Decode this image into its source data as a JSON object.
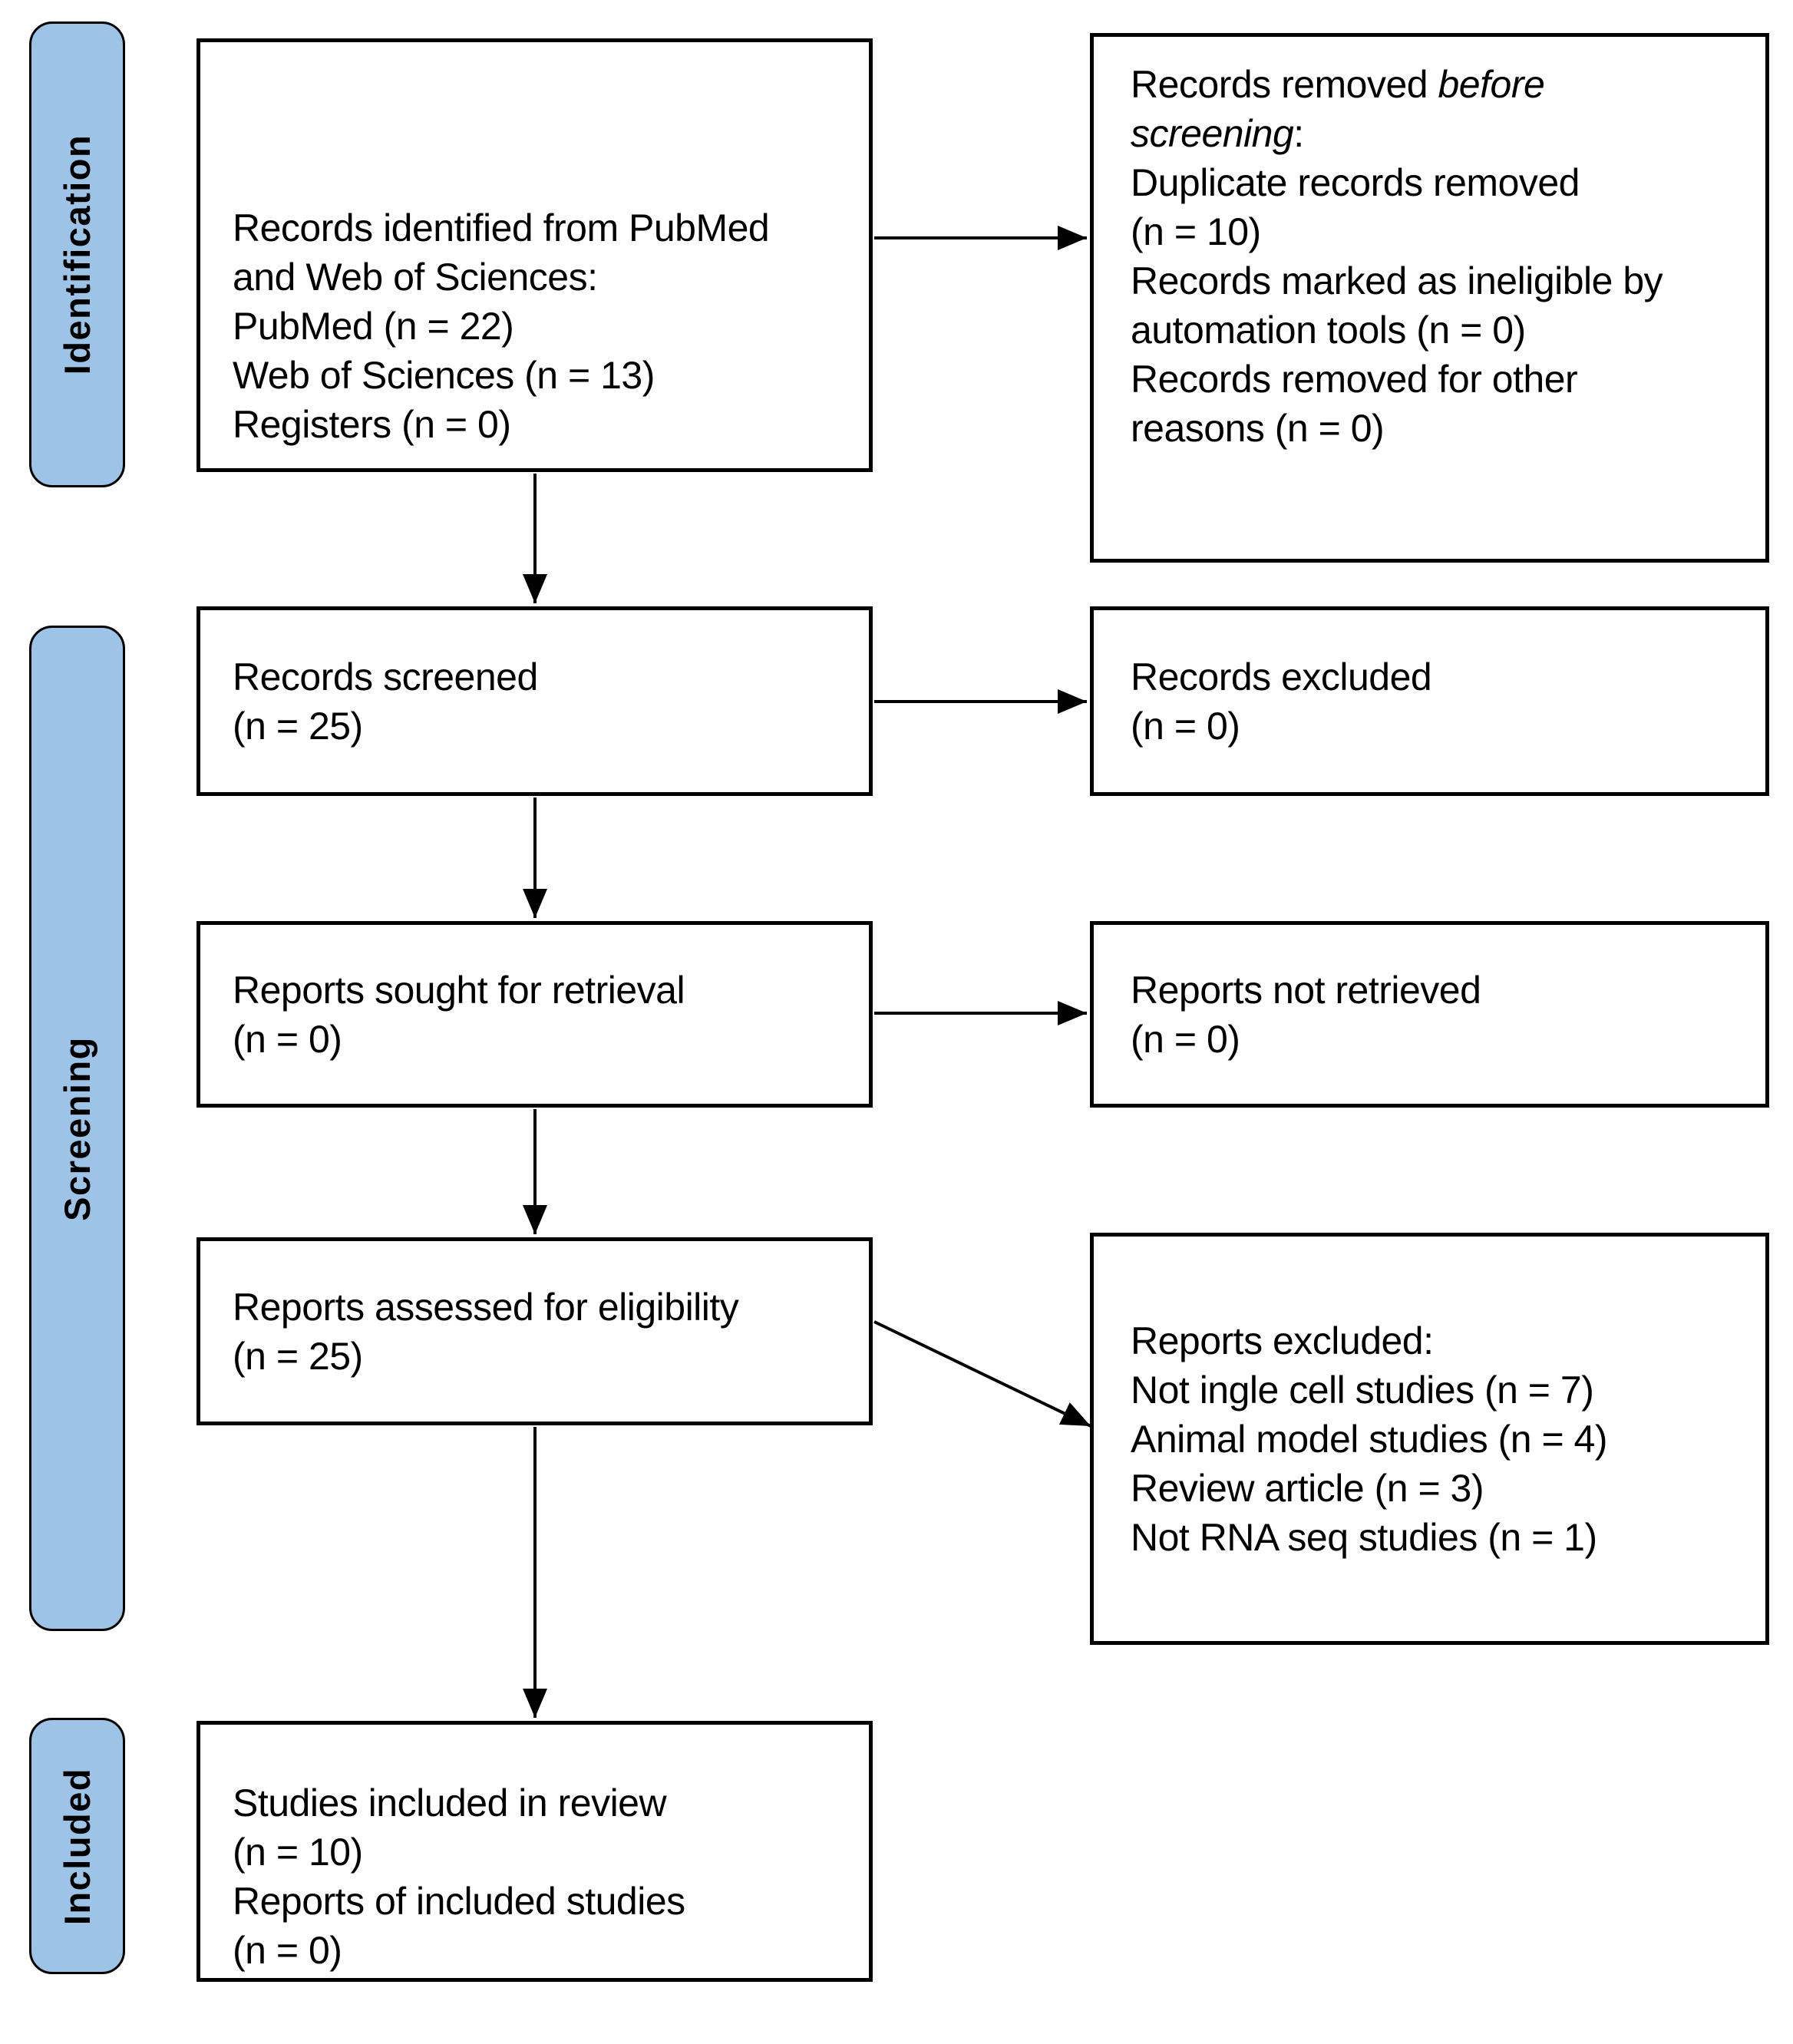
{
  "stages": [
    {
      "id": "identification",
      "label": "Identification"
    },
    {
      "id": "screening",
      "label": "Screening"
    },
    {
      "id": "included",
      "label": "Included"
    }
  ],
  "boxes": {
    "records_identified": {
      "lines": [
        "Records identified from PubMed",
        "and Web of Sciences:",
        "PubMed (n = 22)",
        "Web of Sciences (n = 13)",
        "Registers (n = 0)"
      ]
    },
    "records_removed": {
      "line1_prefix": "Records removed ",
      "line1_italic": "before",
      "line2_italic": "screening",
      "line2_suffix": ":",
      "lines": [
        "Duplicate records removed",
        "(n = 10)",
        "Records marked as ineligible by",
        "automation tools (n = 0)",
        "Records removed for other",
        "reasons (n = 0)"
      ]
    },
    "records_screened": {
      "lines": [
        "Records screened",
        "(n = 25)"
      ]
    },
    "records_excluded": {
      "lines": [
        "Records excluded",
        "(n = 0)"
      ]
    },
    "reports_sought": {
      "lines": [
        "Reports sought for retrieval",
        "(n = 0)"
      ]
    },
    "reports_not_retrieved": {
      "lines": [
        "Reports not retrieved",
        "(n = 0)"
      ]
    },
    "reports_assessed": {
      "lines": [
        "Reports assessed for eligibility",
        "(n = 25)"
      ]
    },
    "reports_excluded": {
      "lines": [
        "Reports excluded:",
        "Not ingle cell studies (n = 7)",
        "Animal model studies (n = 4)",
        "Review article (n = 3)",
        "Not RNA seq studies (n = 1)"
      ]
    },
    "studies_included": {
      "lines": [
        "Studies included in review",
        "(n = 10)",
        "Reports of included studies",
        "(n = 0)"
      ]
    }
  },
  "colors": {
    "stage_fill": "#9DC3E6",
    "stage_border": "#000000",
    "box_border": "#000000",
    "arrow": "#000000",
    "text": "#000000",
    "background": "#FFFFFF"
  }
}
